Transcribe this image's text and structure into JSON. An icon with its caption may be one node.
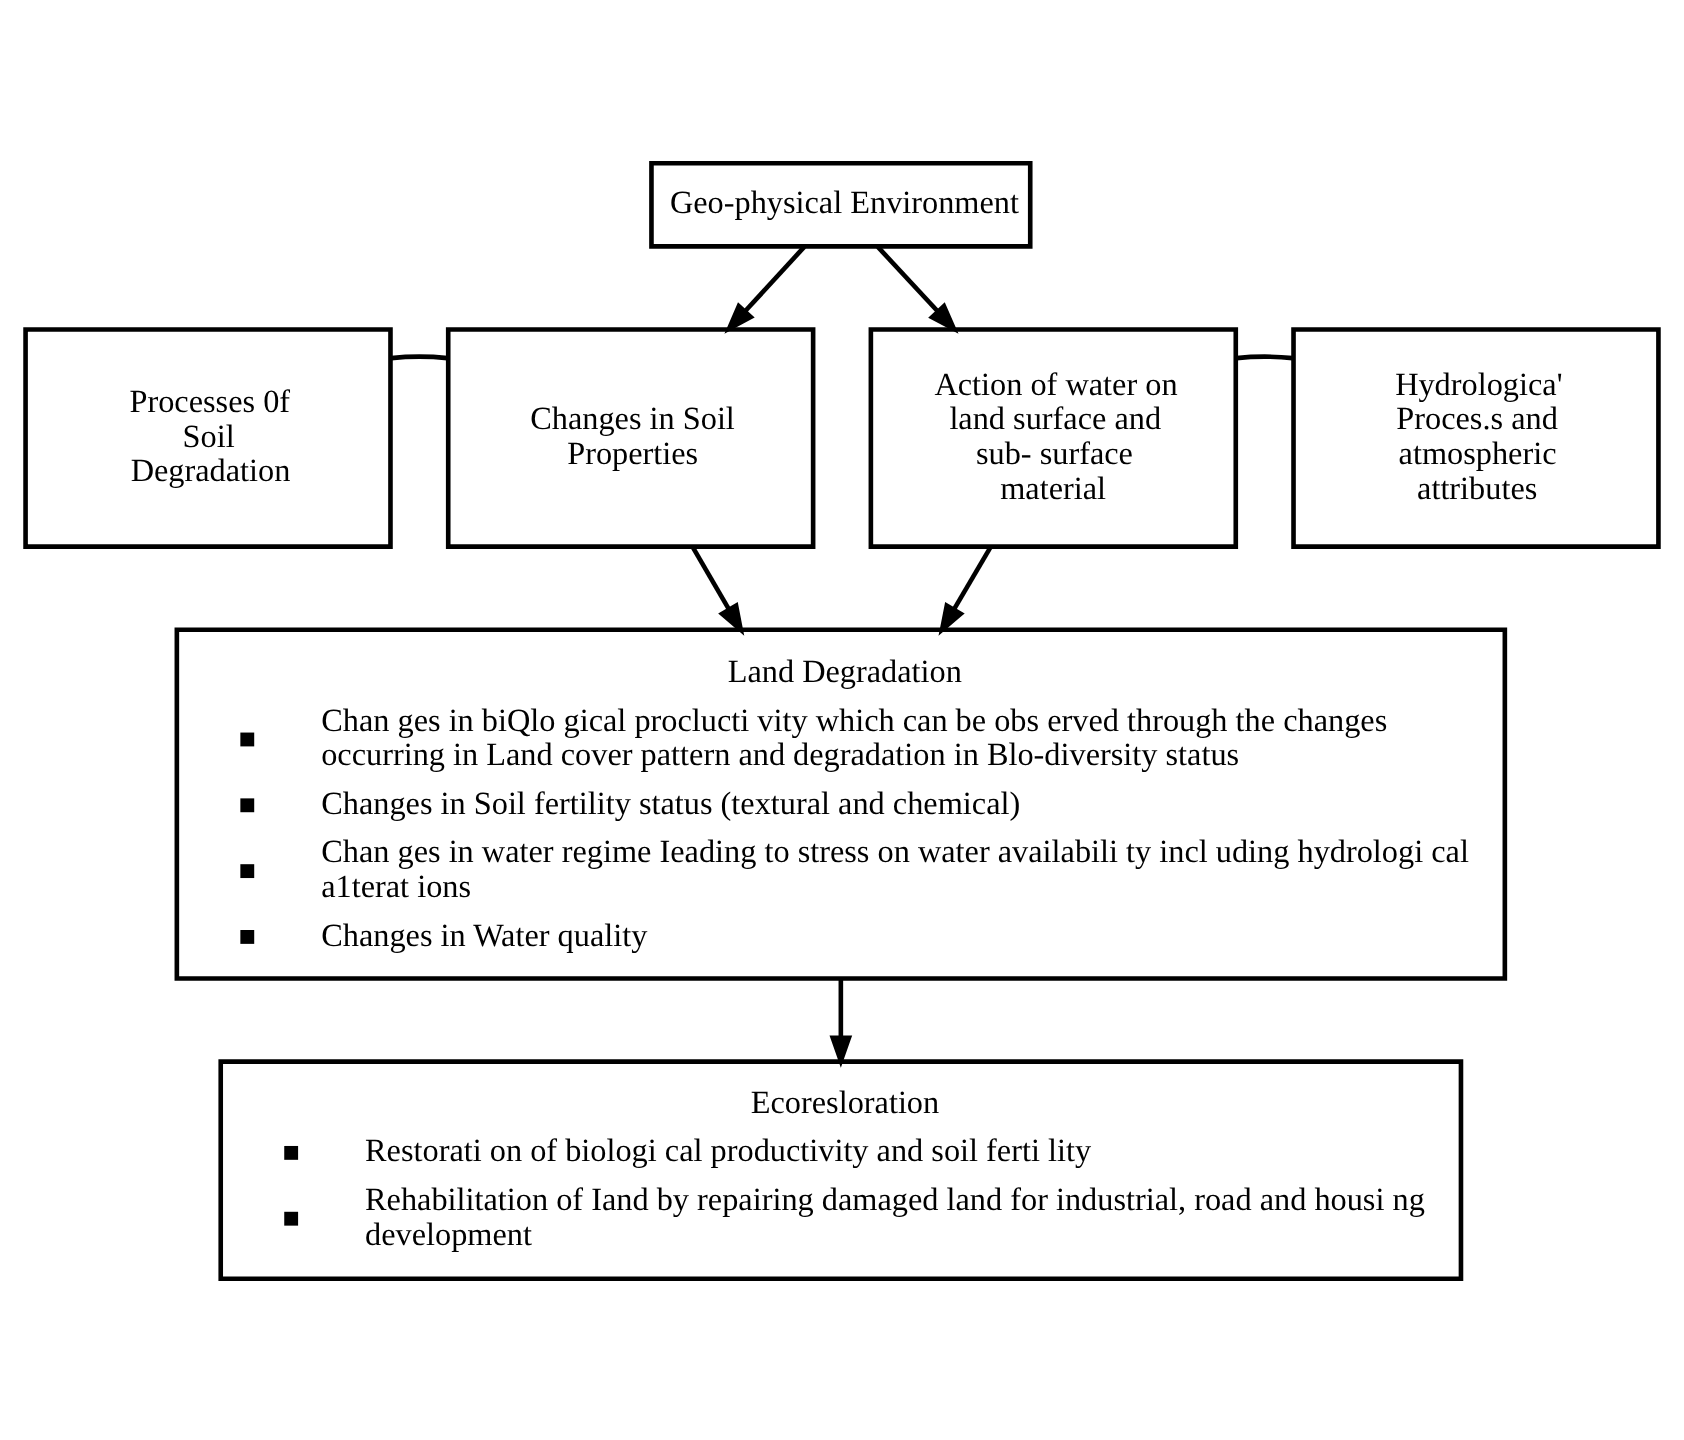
{
  "diagram": {
    "nodes": [
      {
        "text": [
          "Geo-physical Environment"
        ]
      },
      {
        "text": [
          "Processes 0f Soil Degradation"
        ]
      },
      {
        "text": [
          "Changes in Soil Properties"
        ]
      },
      {
        "text": [
          "Action of water on land surface and sub- surface material"
        ]
      },
      {
        "text": [
          "Hydrologica' Proces.s and atmospheric attributes"
        ]
      },
      {
        "text": [
          "Land Degradation",
          "Chan ges in biQlo gical proclucti vity which can be obs erved through the changes occurring in Land cover pattern and degradation in Blo-diversity status",
          "Changes in Soil fertility status (textural and chemical)",
          "Chan ges in water regime Ieading to stress on water availabili ty incl uding hydrologi cal a1terat ions",
          "Changes in Water quality"
        ]
      },
      {
        "text": [
          "Ecoresloration",
          "Restorati on of biologi cal productivity and soil ferti lity",
          "Rehabilitation of Iand by repairing damaged land for industrial, road and housi ng development"
        ]
      }
    ],
    "edges": [
      {
        "from": 0,
        "to": 2,
        "arrow": "to"
      },
      {
        "from": 0,
        "to": 3,
        "arrow": "to"
      },
      {
        "from": 1,
        "to": 2,
        "arrow": "none"
      },
      {
        "from": 4,
        "to": 3,
        "arrow": "none"
      },
      {
        "from": 2,
        "to": 5,
        "arrow": "to"
      },
      {
        "from": 3,
        "to": 5,
        "arrow": "to"
      },
      {
        "from": 5,
        "to": 6,
        "arrow": "to"
      }
    ]
  }
}
